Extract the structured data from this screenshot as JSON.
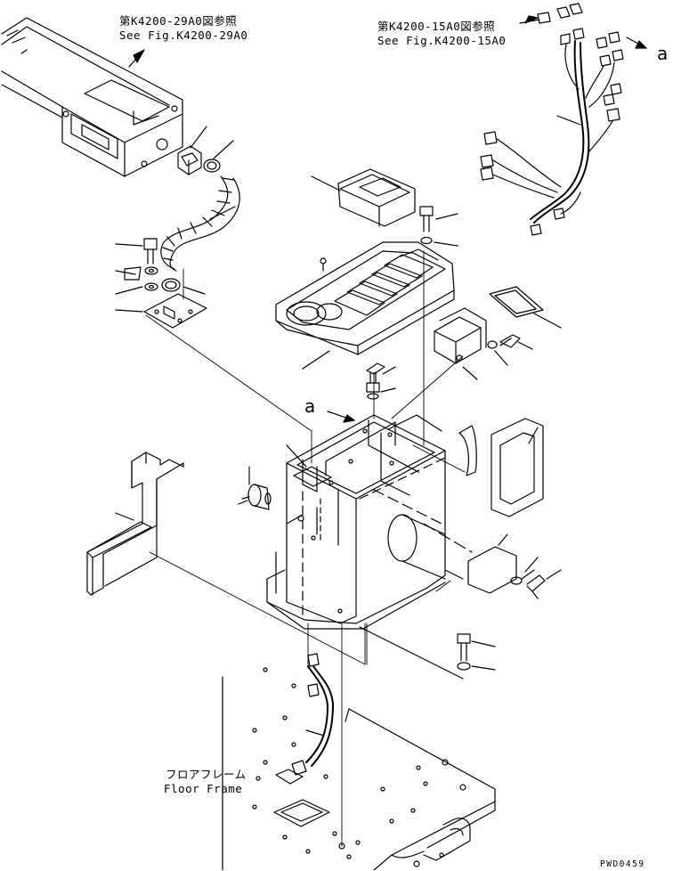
{
  "references": {
    "top_left": {
      "jp": "第K4200-29A0図参照",
      "en": "See Fig.K4200-29A0"
    },
    "top_right": {
      "jp": "第K4200-15A0図参照",
      "en": "See Fig.K4200-15A0"
    }
  },
  "floor_frame": {
    "jp": "フロアフレーム",
    "en": "Floor Frame"
  },
  "markers": {
    "center": "a",
    "right": "a"
  },
  "drawing_code": "PWD0459",
  "colors": {
    "ink": "#000000",
    "paper": "#ffffff"
  }
}
